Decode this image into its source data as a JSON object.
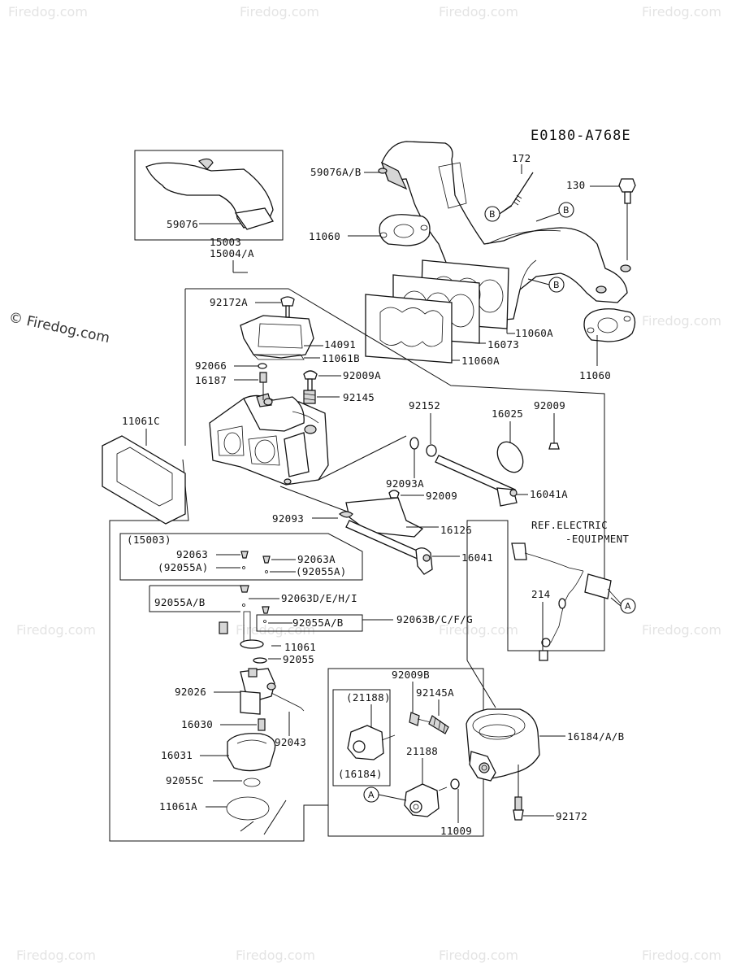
{
  "diagram_code": "E0180-A768E",
  "watermark": "Firedog.com",
  "watermark_main": "© Firedog.com",
  "labels": {
    "p59076AB": "59076A/B",
    "p172": "172",
    "p130": "130",
    "p59076": "59076",
    "p11060_top": "11060",
    "p15003": "15003",
    "p15004A": "15004/A",
    "p92172A": "92172A",
    "p14091": "14091",
    "p11061B": "11061B",
    "p92066": "92066",
    "p16187": "16187",
    "p92009A": "92009A",
    "p92145": "92145",
    "p11060A_1": "11060A",
    "p16073": "16073",
    "p11060A_2": "11060A",
    "p11060_right": "11060",
    "p11061C": "11061C",
    "p92152": "92152",
    "p16025": "16025",
    "p92009_r": "92009",
    "p92093A": "92093A",
    "p16041A": "16041A",
    "p92009_m": "92009",
    "p92093": "92093",
    "p16126": "16126",
    "p16041": "16041",
    "ref_line1": "REF.ELECTRIC",
    "ref_line2": "-EQUIPMENT",
    "p214": "214",
    "box15003": "(15003)",
    "p92063": "92063",
    "p92055A_p": "(92055A)",
    "p92063A": "92063A",
    "p92055A_p2": "(92055A)",
    "p92055AB_1": "92055A/B",
    "p92063DEHI": "92063D/E/H/I",
    "p92055AB_2": "92055A/B",
    "p92063BCFG": "92063B/C/F/G",
    "p11061": "11061",
    "p92055": "92055",
    "p92026": "92026",
    "p16030": "16030",
    "p92043": "92043",
    "p16031": "16031",
    "p92055C": "92055C",
    "p11061A": "11061A",
    "p92009B": "92009B",
    "p92145A": "92145A",
    "p21188_p": "(21188)",
    "p21188": "21188",
    "p16184_p": "(16184)",
    "p16184AB": "16184/A/B",
    "p11009": "11009",
    "p92172": "92172"
  },
  "callouts": {
    "A": "A",
    "B": "B"
  }
}
